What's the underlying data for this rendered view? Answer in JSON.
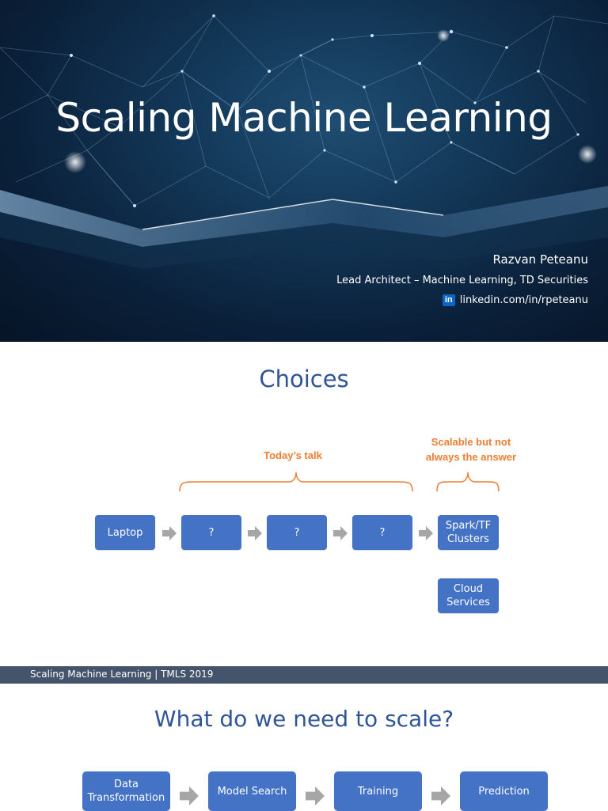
{
  "slide1": {
    "title": "Scaling Machine Learning",
    "presenter": "Razvan Peteanu",
    "role": "Lead Architect – Machine Learning, TD Securities",
    "linkedin_logo": "in",
    "linkedin": "linkedin.com/in/rpeteanu",
    "colors": {
      "background": "#0a1f38",
      "text": "#ffffff"
    }
  },
  "slide2": {
    "heading": "Choices",
    "todays_talk": "Today’s talk",
    "scalable_line1": "Scalable but not",
    "scalable_line2": "always the answer",
    "boxes": {
      "laptop": "Laptop",
      "q1": "?",
      "q2": "?",
      "q3": "?",
      "spark_line1": "Spark/TF",
      "spark_line2": "Clusters",
      "cloud_line1": "Cloud",
      "cloud_line2": "Services"
    },
    "colors": {
      "heading": "#2f5597",
      "box": "#4472c4",
      "accent": "#ed7d31"
    }
  },
  "footer": {
    "text": "Scaling Machine Learning | TMLS 2019",
    "color": "#44546a"
  },
  "slide3": {
    "heading": "What do we need to scale?",
    "boxes": {
      "data_line1": "Data",
      "data_line2": "Transformation",
      "model_search": "Model Search",
      "training": "Training",
      "prediction": "Prediction"
    }
  }
}
